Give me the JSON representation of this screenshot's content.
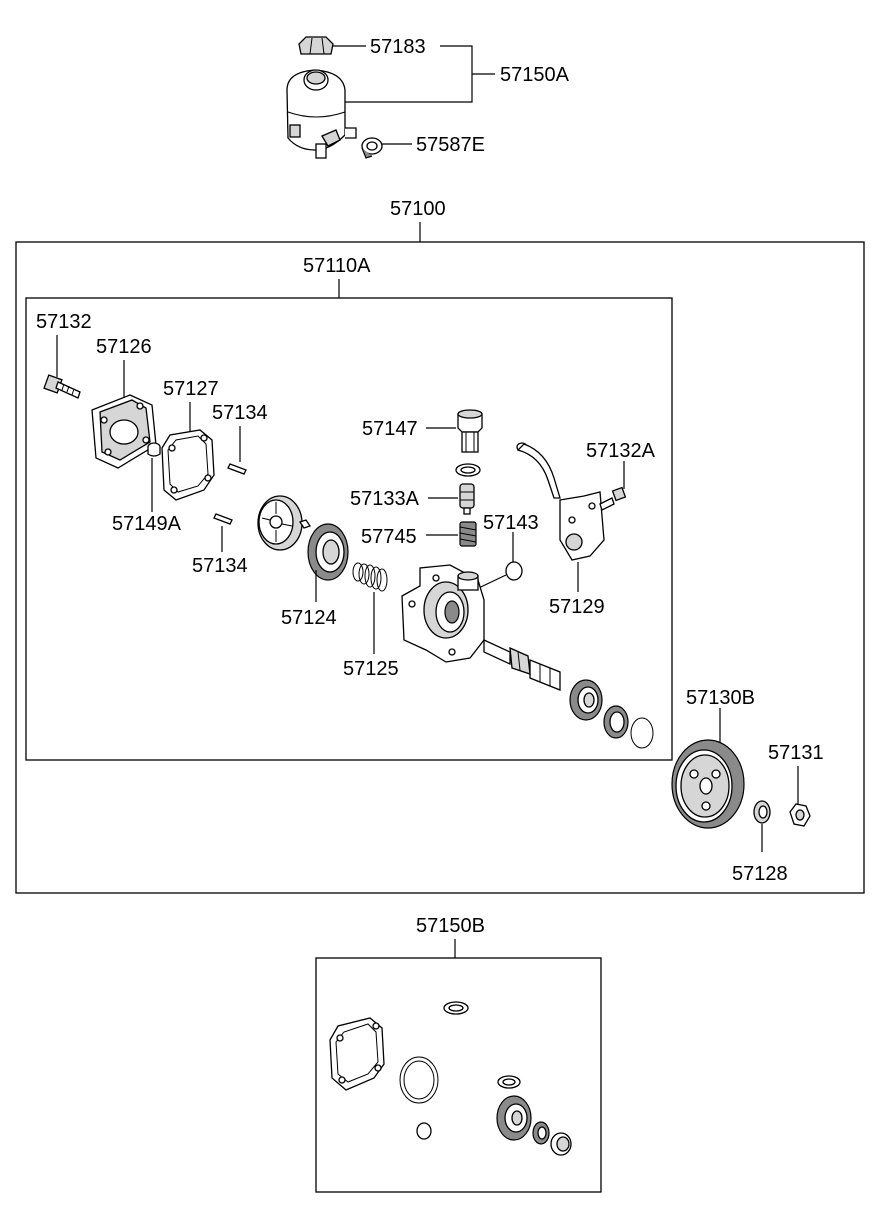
{
  "labels": {
    "reservoir_cap": "57183",
    "reservoir_assy": "57150A",
    "hose_clamp": "57587E",
    "pump_assy": "57100",
    "pump_sub_assy": "57110A",
    "bolt_rear": "57132",
    "rear_cover": "57126",
    "gasket": "57127",
    "pin_upper": "57134",
    "pin_lower": "57134",
    "dowel": "57149A",
    "cam_ring": "57124",
    "spring_main": "57125",
    "connector": "57147",
    "flow_valve": "57133A",
    "valve_spring": "57745",
    "o_ring": "57143",
    "bolt_bracket": "57132A",
    "bracket": "57129",
    "pulley": "57130B",
    "nut": "57131",
    "washer": "57128",
    "seal_kit": "57150B"
  }
}
